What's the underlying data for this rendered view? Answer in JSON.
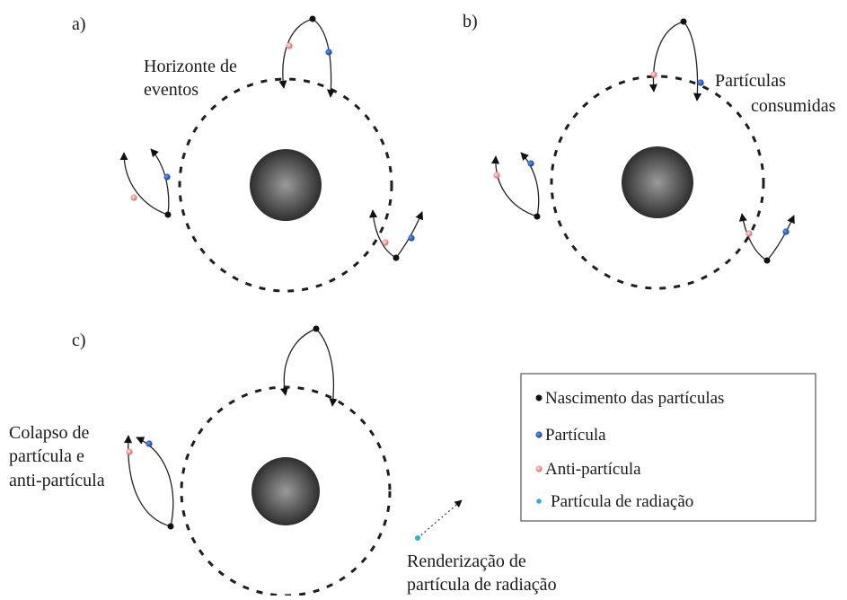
{
  "panels": {
    "a": {
      "label": "a)",
      "horizon_label": [
        "Horizonte de",
        "eventos"
      ]
    },
    "b": {
      "label": "b)",
      "consumed_label": [
        "Partículas",
        "consumidas"
      ]
    },
    "c": {
      "label": "c)",
      "collapse_label": [
        "Colapso de",
        "partícula e",
        "anti-partícula"
      ],
      "rendering_label": [
        "Renderização de",
        "partícula de radiação"
      ]
    }
  },
  "legend": {
    "items": [
      {
        "text": "Nascimento das partículas",
        "color": "#111111",
        "icon": "black-dot"
      },
      {
        "text": "Partícula",
        "color": "#1f5fbf",
        "icon": "blue-dot"
      },
      {
        "text": "Anti-partícula",
        "color": "#f08a8a",
        "icon": "pink-dot"
      },
      {
        "text": "Partícula de radiação",
        "color": "#2ab0d8",
        "icon": "cyan-dot"
      }
    ]
  },
  "colors": {
    "black_hole_center": "#9a9a9a",
    "black_hole_edge": "#2e2e2e",
    "particle": "#1f5fbf",
    "antiparticle": "#f08a8a",
    "radiation": "#2ab0d8",
    "birth": "#111111"
  }
}
